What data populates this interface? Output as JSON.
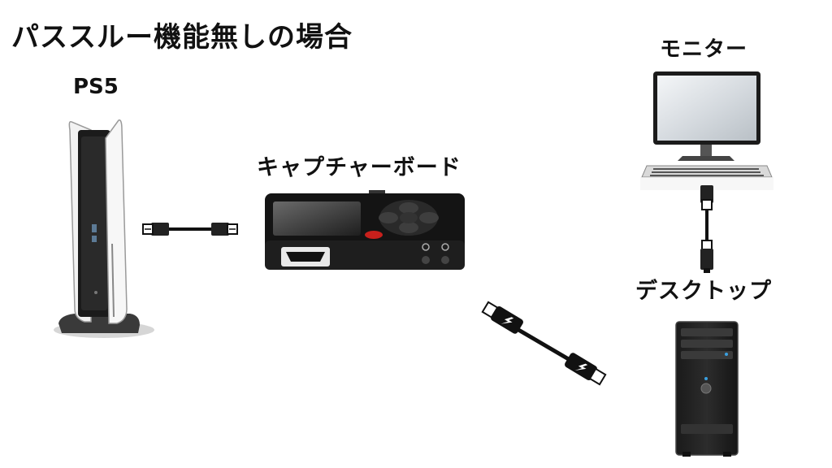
{
  "title": "パススルー機能無しの場合",
  "devices": {
    "ps5": {
      "label": "PS5"
    },
    "capture_board": {
      "label": "キャプチャーボード"
    },
    "monitor": {
      "label": "モニター"
    },
    "desktop": {
      "label": "デスクトップ"
    }
  },
  "cables": {
    "ps5_to_capture": {
      "type": "hdmi-cable-icon"
    },
    "capture_to_desktop": {
      "type": "usb-cable-icon"
    },
    "desktop_to_monitor": {
      "type": "hdmi-cable-icon"
    }
  }
}
